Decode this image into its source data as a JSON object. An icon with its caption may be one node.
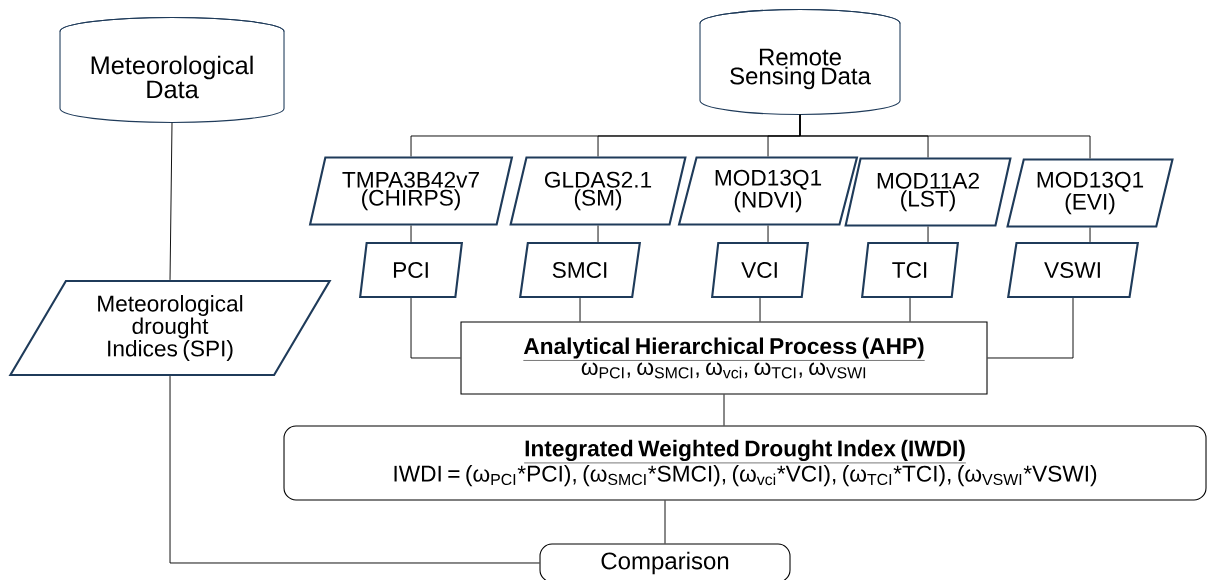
{
  "diagram": {
    "nodes": [
      {
        "text": [
          "Meteorological Data"
        ]
      },
      {
        "text": [
          "Remote Sensing Data"
        ]
      },
      {
        "text": [
          "TMPA3B42v7 (CHIRPS)"
        ]
      },
      {
        "text": [
          "GLDAS2.1 (SM)"
        ]
      },
      {
        "text": [
          "MOD13Q1 (NDVI)"
        ]
      },
      {
        "text": [
          "MOD11A2 (LST)"
        ]
      },
      {
        "text": [
          "MOD13Q1 (EVI)"
        ]
      },
      {
        "text": [
          "PCI"
        ]
      },
      {
        "text": [
          "SMCI"
        ]
      },
      {
        "text": [
          "VCI"
        ]
      },
      {
        "text": [
          "TCI"
        ]
      },
      {
        "text": [
          "VSWI"
        ]
      },
      {
        "text": [
          "Meteorological drought Indices (SPI)"
        ]
      },
      {
        "text": [
          "Analytical Hierarchical Process (AHP)",
          "ω$_{PCI}$, ω$_{SMCI}$, ω$_{vci}$, ω$_{TCI}$, ω$_{VSWI}$"
        ]
      },
      {
        "text": [
          "Integrated Weighted Drought Index (IWDI)",
          "IWDI = (ω$_{PCI}$*PCI), (ω$_{SMCI}$*SMCI), (ω$_{vci}$*VCI), (ω$_{TCI}$*TCI), (ω$_{VSWI}$*VSWI)"
        ]
      },
      {
        "text": [
          "Comparison"
        ]
      }
    ],
    "edges": [
      {
        "from": 0,
        "to": 12,
        "arrow": "none"
      },
      {
        "from": 1,
        "to": 2,
        "arrow": "none"
      },
      {
        "from": 1,
        "to": 3,
        "arrow": "none"
      },
      {
        "from": 1,
        "to": 4,
        "arrow": "none"
      },
      {
        "from": 1,
        "to": 5,
        "arrow": "none"
      },
      {
        "from": 1,
        "to": 6,
        "arrow": "none"
      },
      {
        "from": 2,
        "to": 7,
        "arrow": "none"
      },
      {
        "from": 3,
        "to": 8,
        "arrow": "none"
      },
      {
        "from": 4,
        "to": 9,
        "arrow": "none"
      },
      {
        "from": 5,
        "to": 10,
        "arrow": "none"
      },
      {
        "from": 6,
        "to": 11,
        "arrow": "none"
      },
      {
        "from": 7,
        "to": 13,
        "arrow": "none"
      },
      {
        "from": 8,
        "to": 13,
        "arrow": "none"
      },
      {
        "from": 9,
        "to": 13,
        "arrow": "none"
      },
      {
        "from": 10,
        "to": 13,
        "arrow": "none"
      },
      {
        "from": 11,
        "to": 13,
        "arrow": "none"
      },
      {
        "from": 13,
        "to": 14,
        "arrow": "none"
      },
      {
        "from": 14,
        "to": 15,
        "arrow": "none"
      },
      {
        "from": 12,
        "to": 15,
        "arrow": "none"
      }
    ]
  }
}
